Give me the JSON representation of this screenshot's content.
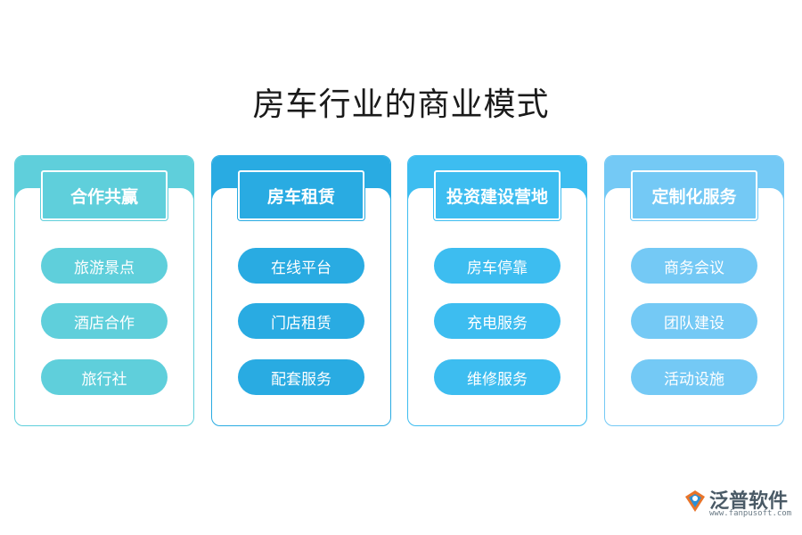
{
  "title": "房车行业的商业模式",
  "columns": [
    {
      "header": "合作共赢",
      "color": "#5fcfdb",
      "items": [
        "旅游景点",
        "酒店合作",
        "旅行社"
      ]
    },
    {
      "header": "房车租赁",
      "color": "#29abe2",
      "items": [
        "在线平台",
        "门店租赁",
        "配套服务"
      ]
    },
    {
      "header": "投资建设营地",
      "color": "#3dbdf0",
      "items": [
        "房车停靠",
        "充电服务",
        "维修服务"
      ]
    },
    {
      "header": "定制化服务",
      "color": "#74c9f5",
      "items": [
        "商务会议",
        "团队建设",
        "活动设施"
      ]
    }
  ],
  "logo": {
    "name": "泛普软件",
    "url": "www.fanpusoft.com",
    "icon": "fanpu-logo-icon"
  }
}
